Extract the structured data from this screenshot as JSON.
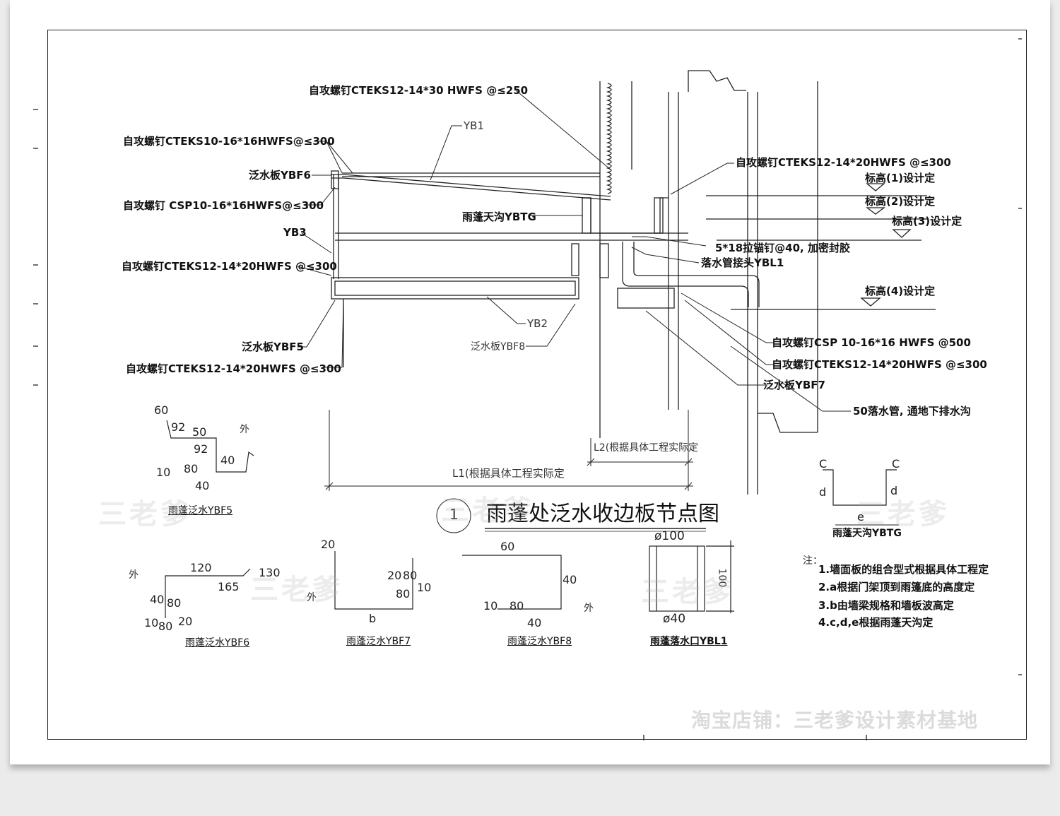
{
  "title": "雨蓬处泛水收边板节点图",
  "detail_number": "1",
  "callouts": {
    "screw_top": "自攻螺钉CTEKS12-14*30 HWFS @≤250",
    "yb1": "YB1",
    "screw_1016": "自攻螺钉CTEKS10-16*16HWFS@≤300",
    "ybf6": "泛水板YBF6",
    "screw_csp_left": "自攻螺钉 CSP10-16*16HWFS@≤300",
    "yb3": "YB3",
    "screw_1214_left": "自攻螺钉CTEKS12-14*20HWFS @≤300",
    "ybf5": "泛水板YBF5",
    "screw_1214_bottom": "自攻螺钉CTEKS12-14*20HWFS @≤300",
    "yb2": "YB2",
    "ybf8": "泛水板YBF8",
    "ybtg": "雨蓬天沟YBTG",
    "screw_1214_right": "自攻螺钉CTEKS12-14*20HWFS @≤300",
    "rivet": "5*18拉锚钉@40, 加密封胶",
    "ybl1": "落水管接头YBL1",
    "screw_csp_right": "自攻螺钉CSP 10-16*16 HWFS @500",
    "screw_1214_right2": "自攻螺钉CTEKS12-14*20HWFS @≤300",
    "ybf7": "泛水板YBF7",
    "downpipe": "50落水管, 通地下排水沟"
  },
  "elevations": [
    "标高(1)设计定",
    "标高(2)设计定",
    "标高(3)设计定",
    "标高(4)设计定"
  ],
  "dimensions": {
    "l1": "L1(根据具体工程实际定",
    "l2": "L2(根据具体工程实际定"
  },
  "details": {
    "ybf5": {
      "caption": "雨蓬泛水YBF5",
      "dims": [
        "60",
        "92",
        "50",
        "外",
        "92",
        "40",
        "10",
        "80",
        "40"
      ]
    },
    "ybf6": {
      "caption": "雨蓬泛水YBF6",
      "dims": [
        "外",
        "120",
        "130",
        "165",
        "40",
        "80",
        "10",
        "80",
        "20"
      ]
    },
    "ybf7": {
      "caption": "雨蓬泛水YBF7",
      "dims": [
        "20",
        "20",
        "80",
        "10",
        "80",
        "外",
        "b"
      ]
    },
    "ybf8": {
      "caption": "雨蓬泛水YBF8",
      "dims": [
        "60",
        "40",
        "10",
        "80",
        "外",
        "40"
      ]
    },
    "ybl1": {
      "caption": "雨蓬落水口YBL1",
      "dims": [
        "ø100",
        "100",
        "ø40"
      ]
    },
    "ybtg": {
      "caption": "雨蓬天沟YBTG",
      "dims": [
        "C",
        "C",
        "d",
        "d",
        "e"
      ]
    }
  },
  "notes": {
    "label": "注：",
    "items": [
      "1.墙面板的组合型式根据具体工程定",
      "2.a根据门架顶到雨篷底的高度定",
      "3.b由墙梁规格和墙板波高定",
      "4.c,d,e根据雨蓬天沟定"
    ]
  },
  "watermark": "三老爹",
  "shop_watermark": "淘宝店铺：三老爹设计素材基地"
}
